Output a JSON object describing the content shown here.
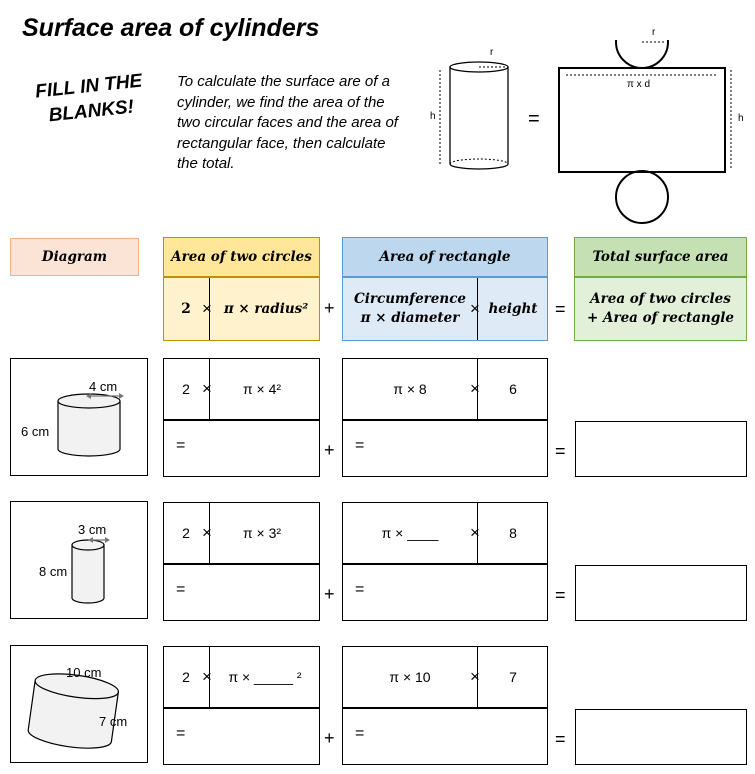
{
  "title": "Surface area of cylinders",
  "fill_in": "FILL IN THE BLANKS!",
  "intro": "To calculate the surface are of a cylinder, we find the area of the two circular faces and the area of rectangular face, then calculate the total.",
  "net_labels": {
    "r_cyl": "r",
    "h_cyl": "h",
    "equals": "=",
    "r_net": "r",
    "pi_d": "π x d",
    "h_net": "h"
  },
  "headers": {
    "diagram": "Diagram",
    "circles": "Area of two circles",
    "rectangle": "Area of rectangle",
    "total": "Total surface area"
  },
  "formula": {
    "two": "2",
    "pi_radius": "π × radius²",
    "circumference": "Circumference",
    "pi_diameter": "π × diameter",
    "height": "height",
    "total_line1": "Area of two circles",
    "total_line2": "+ Area of rectangle"
  },
  "symbols": {
    "times": "×",
    "plus": "+",
    "equals": "="
  },
  "problems": [
    {
      "radius_label": "4 cm",
      "height_label": "6 cm",
      "two": "2",
      "circle_expr": "π × 4²",
      "circ_expr": "π × 8",
      "height_val": "6"
    },
    {
      "radius_label": "3 cm",
      "height_label": "8 cm",
      "two": "2",
      "circle_expr": "π × 3²",
      "circ_expr": "π × ____",
      "height_val": "8"
    },
    {
      "radius_label": "10 cm",
      "height_label": "7 cm",
      "two": "2",
      "circle_expr": "π × _____ ²",
      "circ_expr": "π × 10",
      "height_val": "7"
    }
  ],
  "colors": {
    "diagram_bg": "#fbe4d5",
    "circles_bg": "#fff2cc",
    "circles_border": "#bf9000",
    "rectangle_bg": "#deeaf6",
    "rectangle_header_bg": "#bdd7ee",
    "total_bg": "#e2efd9",
    "total_header_bg": "#c5e0b3"
  }
}
